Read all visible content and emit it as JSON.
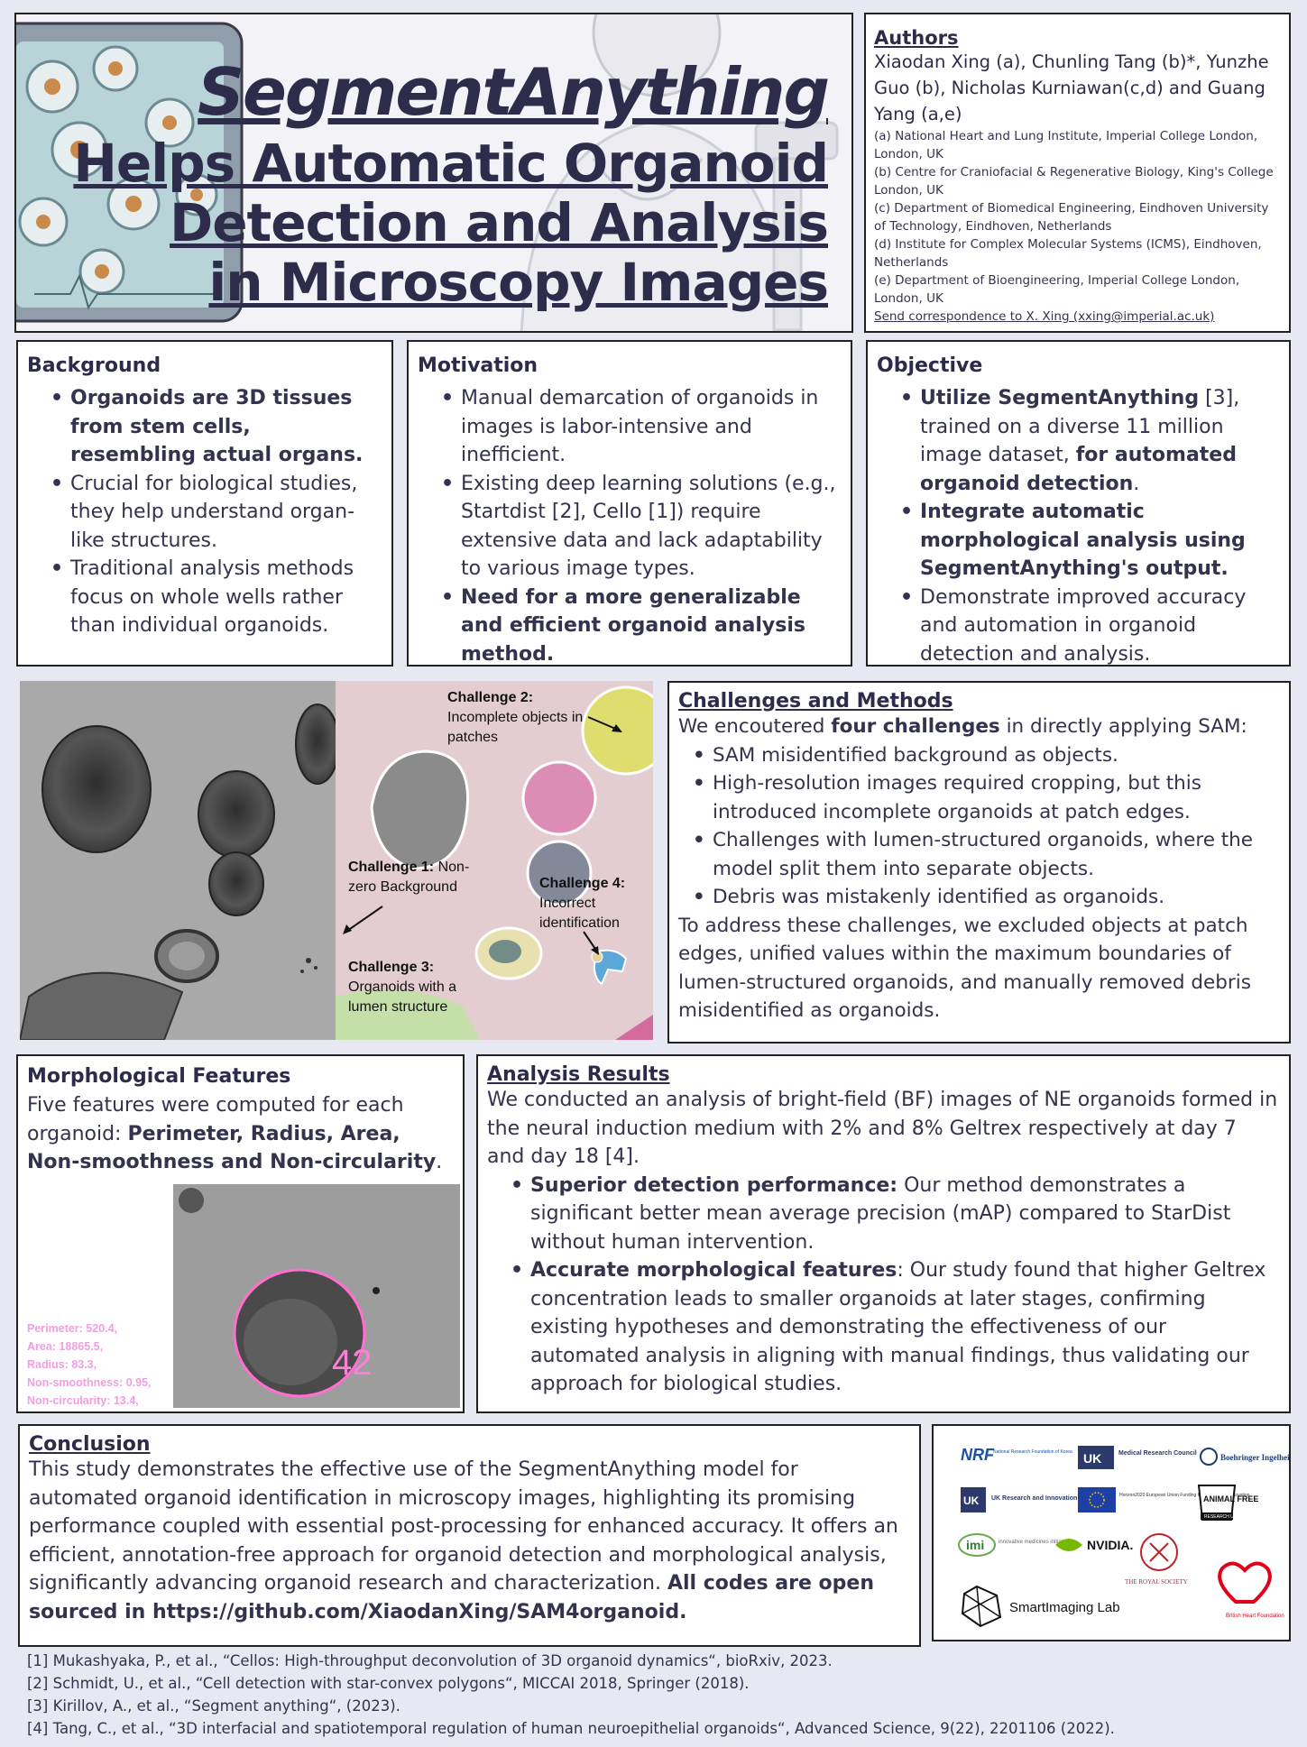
{
  "title": {
    "line1": "SegmentAnything",
    "line2": "Helps Automatic  Organoid",
    "line3": "Detection and Analysis",
    "line4": "in Microscopy Images"
  },
  "authors": {
    "heading": "Authors",
    "names": "Xiaodan Xing (a), Chunling Tang (b)*, Yunzhe Guo (b), Nicholas Kurniawan(c,d) and Guang Yang (a,e)",
    "affiliations": [
      "(a) National Heart and Lung Institute, Imperial College London, London, UK",
      "(b) Centre for Craniofacial & Regenerative Biology, King's College London, UK",
      "(c) Department of Biomedical Engineering, Eindhoven University of Technology, Eindhoven, Netherlands",
      "(d) Institute for Complex Molecular Systems (ICMS), Eindhoven, Netherlands",
      "(e) Department of Bioengineering, Imperial College London, London, UK"
    ],
    "correspondence": "Send correspondence to X. Xing (xxing@imperial.ac.uk)"
  },
  "background": {
    "heading": "Background",
    "items": [
      "Organoids are 3D tissues from stem cells, resembling actual organs.",
      "Crucial for biological studies, they help understand organ-like structures.",
      "Traditional analysis methods focus on whole wells rather than individual organoids."
    ]
  },
  "motivation": {
    "heading": "Motivation",
    "items": [
      "Manual demarcation of organoids in images is labor-intensive and inefficient.",
      "Existing deep learning solutions (e.g., Startdist [2], Cello [1]) require extensive data and lack adaptability to various image types.",
      "Need for a more generalizable and efficient organoid analysis method."
    ]
  },
  "objective": {
    "heading": "Objective",
    "item1_bold_a": "Utilize SegmentAnything",
    "item1_mid": " [3], trained on a diverse 11 million image dataset, ",
    "item1_bold_b": "for automated organoid detection",
    "item1_end": ".",
    "item2": "Integrate automatic morphological analysis using SegmentAnything's output.",
    "item3": "Demonstrate improved accuracy and automation in organoid detection and analysis."
  },
  "figure": {
    "c1_title": "Challenge 1:",
    "c1_text": "Non-zero Background",
    "c2_title": "Challenge 2:",
    "c2_text": "Incomplete objects in patches",
    "c3_title": "Challenge 3:",
    "c3_text": "Organoids with a lumen structure",
    "c4_title": "Challenge 4:",
    "c4_text": "Incorrect identification"
  },
  "challenges": {
    "heading": "Challenges and Methods",
    "intro_a": "We encoutered ",
    "intro_bold": "four challenges",
    "intro_b": " in directly applying SAM:",
    "items": [
      "SAM misidentified background as objects.",
      "High-resolution images required cropping, but this introduced incomplete organoids at patch edges.",
      "Challenges with lumen-structured organoids, where the model split them into separate objects.",
      "Debris was mistakenly identified as organoids."
    ],
    "closing": "To address these challenges, we excluded objects at patch edges, unified values within the maximum boundaries of lumen-structured organoids, and manually removed debris misidentified as organoids."
  },
  "morph": {
    "heading": "Morphological Features",
    "text_a": "Five features were computed for each organoid: ",
    "text_bold": "Perimeter, Radius, Area,  Non-smoothness and Non-circularity",
    "text_b": ".",
    "label": "42",
    "stats": [
      "Perimeter: 520.4,",
      "Area: 18865.5,",
      "Radius: 83.3,",
      "Non-smoothness: 0.95,",
      "Non-circularity: 13.4,"
    ]
  },
  "analysis": {
    "heading": "Analysis Results",
    "intro": "We conducted an analysis of bright-field (BF) images of NE organoids formed in the neural induction medium with 2% and 8% Geltrex respectively at day 7 and day 18 [4].",
    "item1_bold": "Superior detection performance:",
    "item1_text": " Our method demonstrates a significant better mean average precision (mAP) compared to StarDist without human intervention.",
    "item2_bold": "Accurate morphological features",
    "item2_text": ": Our study found that higher Geltrex concentration leads to smaller organoids at later stages, confirming existing hypotheses and demonstrating the effectiveness of our automated analysis in aligning with manual findings, thus validating our approach for biological studies."
  },
  "conclusion": {
    "heading": "Conclusion",
    "text": "This study demonstrates the effective use of the SegmentAnything model for automated organoid identification in microscopy images, highlighting its promising performance coupled with essential post-processing for enhanced accuracy. It offers an efficient, annotation-free approach for organoid detection and morphological analysis, significantly advancing organoid research and characterization. ",
    "bold": "All codes are open sourced in https://github.com/XiaodanXing/SAM4organoid."
  },
  "logos": {
    "nrf": "NRF",
    "nrf_sub": "National Research Foundation of Korea",
    "mrc": "Medical Research Council",
    "bi": "Boehringer Ingelheim",
    "ukri": "UK Research and Innovation",
    "eu": "Horizon2020 European Union Funding for Research & Innovation",
    "af": "ANIMAL FREE",
    "af_sub": "RESEARCH UK",
    "imi": "imi",
    "imi_sub": "innovative medicines initiative",
    "nvidia": "NVIDIA.",
    "royal": "THE ROYAL SOCIETY",
    "bhf": "British Heart Foundation",
    "sil": "SmartImaging Lab"
  },
  "references": [
    "[1] Mukashyaka, P., et al., “Cellos: High-throughput deconvolution of 3D organoid dynamics“, bioRxiv, 2023.",
    "[2] Schmidt, U., et al., “Cell detection with star-convex polygons“, MICCAI 2018, Springer (2018).",
    "[3] Kirillov, A., et al., “Segment anything“, (2023).",
    "[4] Tang, C., et al., “3D interfacial and spatiotemporal regulation of human neuroepithelial organoids“, Advanced Science, 9(22), 2201106 (2022)."
  ],
  "colors": {
    "text": "#2c2c4a",
    "page": "#e8e8f2",
    "stats_pink": "#f09ee0"
  }
}
